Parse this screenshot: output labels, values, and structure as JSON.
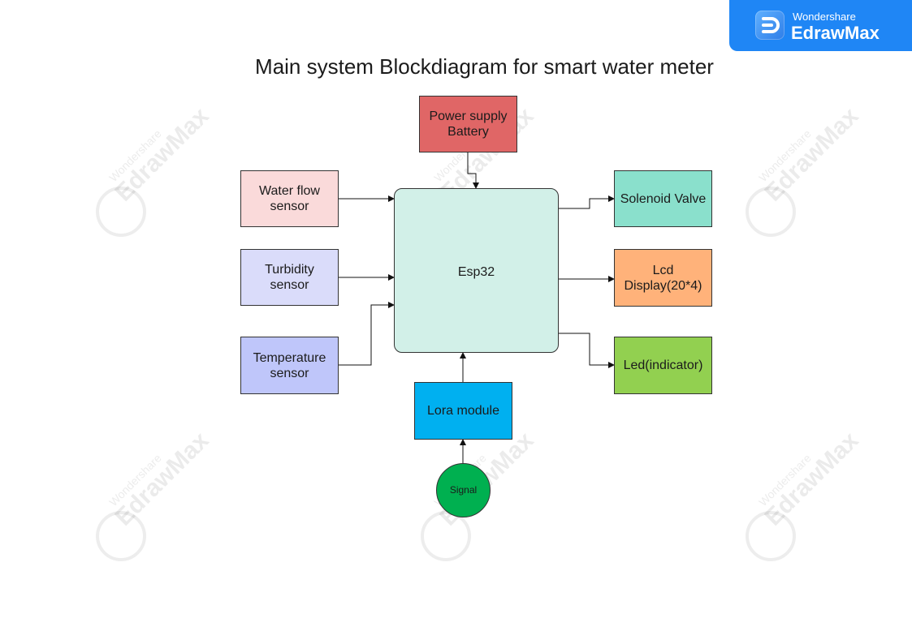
{
  "brand": {
    "small": "Wondershare",
    "big": "EdrawMax"
  },
  "title": "Main system  Blockdiagram for smart water meter",
  "blocks": {
    "power": "Power supply\nBattery",
    "water_flow": "Water flow\nsensor",
    "turbidity": "Turbidity\nsensor",
    "temperature": "Temperature\nsensor",
    "esp32": "Esp32",
    "solenoid": "Solenoid Valve",
    "lcd": "Lcd\nDisplay(20*4)",
    "led": "Led(indicator)",
    "lora": "Lora module",
    "signal": "Signal"
  },
  "colors": {
    "power": "#e06666",
    "water_flow": "#fadada",
    "turbidity": "#dadcfa",
    "temperature": "#bfc6fa",
    "esp32": "#d2f0e8",
    "solenoid": "#8ae0cc",
    "lcd": "#ffb27a",
    "led": "#92d050",
    "lora": "#00b0f0",
    "signal": "#00b050",
    "brand": "#1f86f5"
  }
}
